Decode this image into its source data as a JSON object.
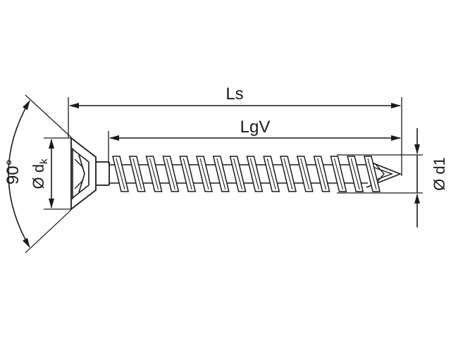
{
  "labels": {
    "length_screw": "Ls",
    "length_thread": "LgV",
    "angle": "90°",
    "diameter_head_prefix": "Ø d",
    "diameter_head_sub": "k",
    "diameter_thread": "Ø d1"
  },
  "colors": {
    "ink": "#1a1a1a",
    "background": "#ffffff"
  }
}
